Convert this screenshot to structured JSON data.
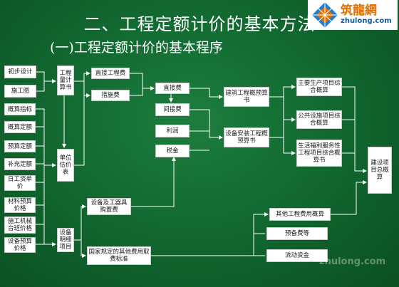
{
  "title": "二、工程定额计价的基本方法",
  "subtitle": "(一)工程定额计价的基本程序",
  "logo": {
    "name": "筑龍網",
    "url": "zhulong.com"
  },
  "watermark": "zhulong.com",
  "boxes": {
    "preliminary_design": "初步设计",
    "construction_drawing": "施工图",
    "estimate_index": "概算指标",
    "estimate_quota": "概算定额",
    "budget_quota": "预算定额",
    "supplementary_quota": "补充定额",
    "labor_wage": "日工资单价",
    "material_price": "材料预算价格",
    "machine_price": "施工机械台班价格",
    "equipment_price": "设备预算价格",
    "quantity_calc": "工程量计算书",
    "unit_price_table": "单位估价表",
    "equipment_list": "设备明细项目",
    "direct_eng_cost": "直接工程费",
    "measure_cost": "措施费",
    "direct_cost": "直接费",
    "indirect_cost": "间接费",
    "profit": "利润",
    "tax": "税金",
    "equipment_purchase": "设备及工器具购置费",
    "other_standards": "国家规定的其他费用取费标准",
    "building_estimate": "建筑工程概预算书",
    "install_estimate": "设备安装工程概预算书",
    "main_production": "主要生产项目综合概算",
    "public_facility": "公共设施项目综合概算",
    "welfare_service": "生活福利服务性工程项目综合概算书",
    "other_cost_estimate": "其他工程费用概算",
    "reserve_cost": "预备费等",
    "working_capital": "流动资金",
    "total_estimate": "建设项目总概算"
  },
  "colors": {
    "background": "#126a31",
    "box": "#ffffff",
    "line": "#ffffff",
    "title": "#ffffff"
  }
}
